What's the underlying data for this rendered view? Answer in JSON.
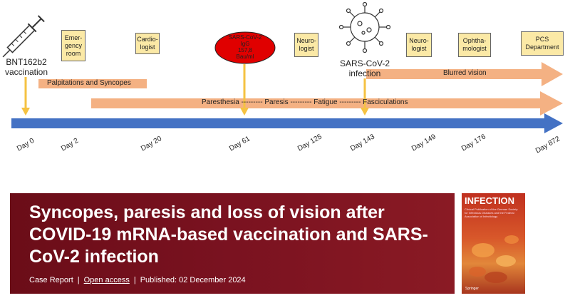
{
  "timeline": {
    "vaccination_label_1": "BNT162b2",
    "vaccination_label_2": "vaccination",
    "infection_label_1": "SARS-CoV-2",
    "infection_label_2": "infection",
    "boxes": [
      {
        "text": "Emer-\ngency\nroom"
      },
      {
        "text": "Cardio-\nlogist"
      },
      {
        "text": "Neuro-\nlogist"
      },
      {
        "text": "Neuro-\nlogist"
      },
      {
        "text": "Ophtha-\nmologist"
      },
      {
        "text": "PCS\nDepartment"
      }
    ],
    "igg": {
      "l1": "SARS-CoV-2",
      "l2": "IgG",
      "l3": "157,8",
      "l4": "Bau/ml"
    },
    "bars": {
      "palpitations": "Palpitations and Syncopes",
      "blurred": "Blurred vision",
      "symptoms": "Paresthesia --------- Paresis --------- Fatigue --------- Fasciculations"
    },
    "days": [
      "Day 0",
      "Day 2",
      "Day 20",
      "Day 61",
      "Day 125",
      "Day 143",
      "Day 149",
      "Day 176",
      "Day 872"
    ],
    "colors": {
      "arrow": "#4472c4",
      "bar": "#f4b183",
      "box": "#fbe9a6",
      "igg": "#e00000",
      "marker": "#f5c242"
    }
  },
  "article": {
    "title": "Syncopes, paresis and loss of vision after COVID-19 mRNA-based vaccination and SARS-CoV-2 infection",
    "type": "Case Report",
    "access": "Open access",
    "published": "Published: 02 December 2024"
  },
  "journal": {
    "title": "INFECTION",
    "subtitle": "Clinical Publication of the German Society for Infectious Diseases and the Federal Association of Infectiology",
    "publisher": "Springer"
  }
}
